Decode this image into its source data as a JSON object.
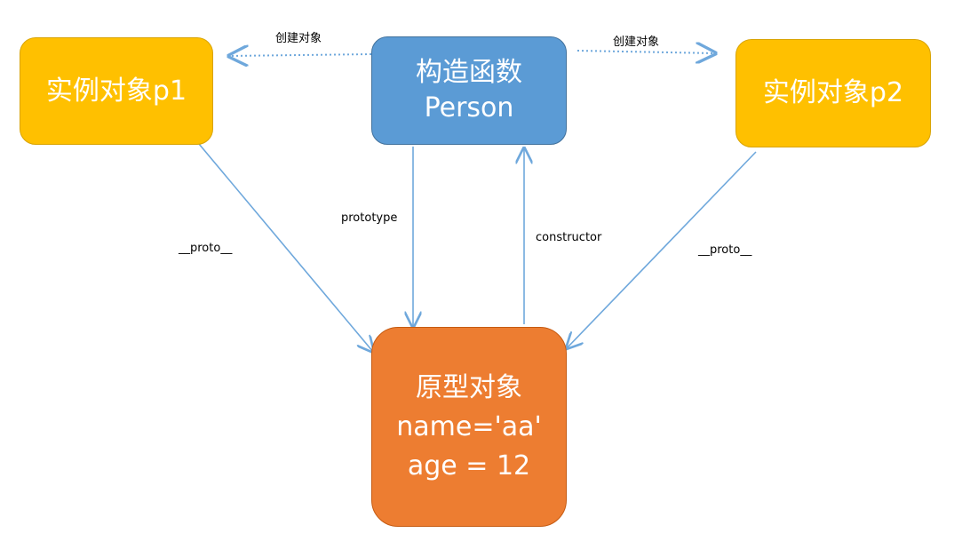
{
  "nodes": {
    "instance_p1": {
      "label": "实例对象p1",
      "color": "#ffc000"
    },
    "constructor": {
      "line1": "构造函数",
      "line2": "Person",
      "color": "#5b9bd5"
    },
    "instance_p2": {
      "label": "实例对象p2",
      "color": "#ffc000"
    },
    "prototype_obj": {
      "line1": "原型对象",
      "line2": "name='aa'",
      "line3": "age = 12",
      "color": "#ed7d31"
    }
  },
  "edges": {
    "create_left": "创建对象",
    "create_right": "创建对象",
    "proto_left": "__proto__",
    "prototype": "prototype",
    "constructor": "constructor",
    "proto_right": "__proto__"
  },
  "colors": {
    "arrow": "#6fa8dc"
  }
}
